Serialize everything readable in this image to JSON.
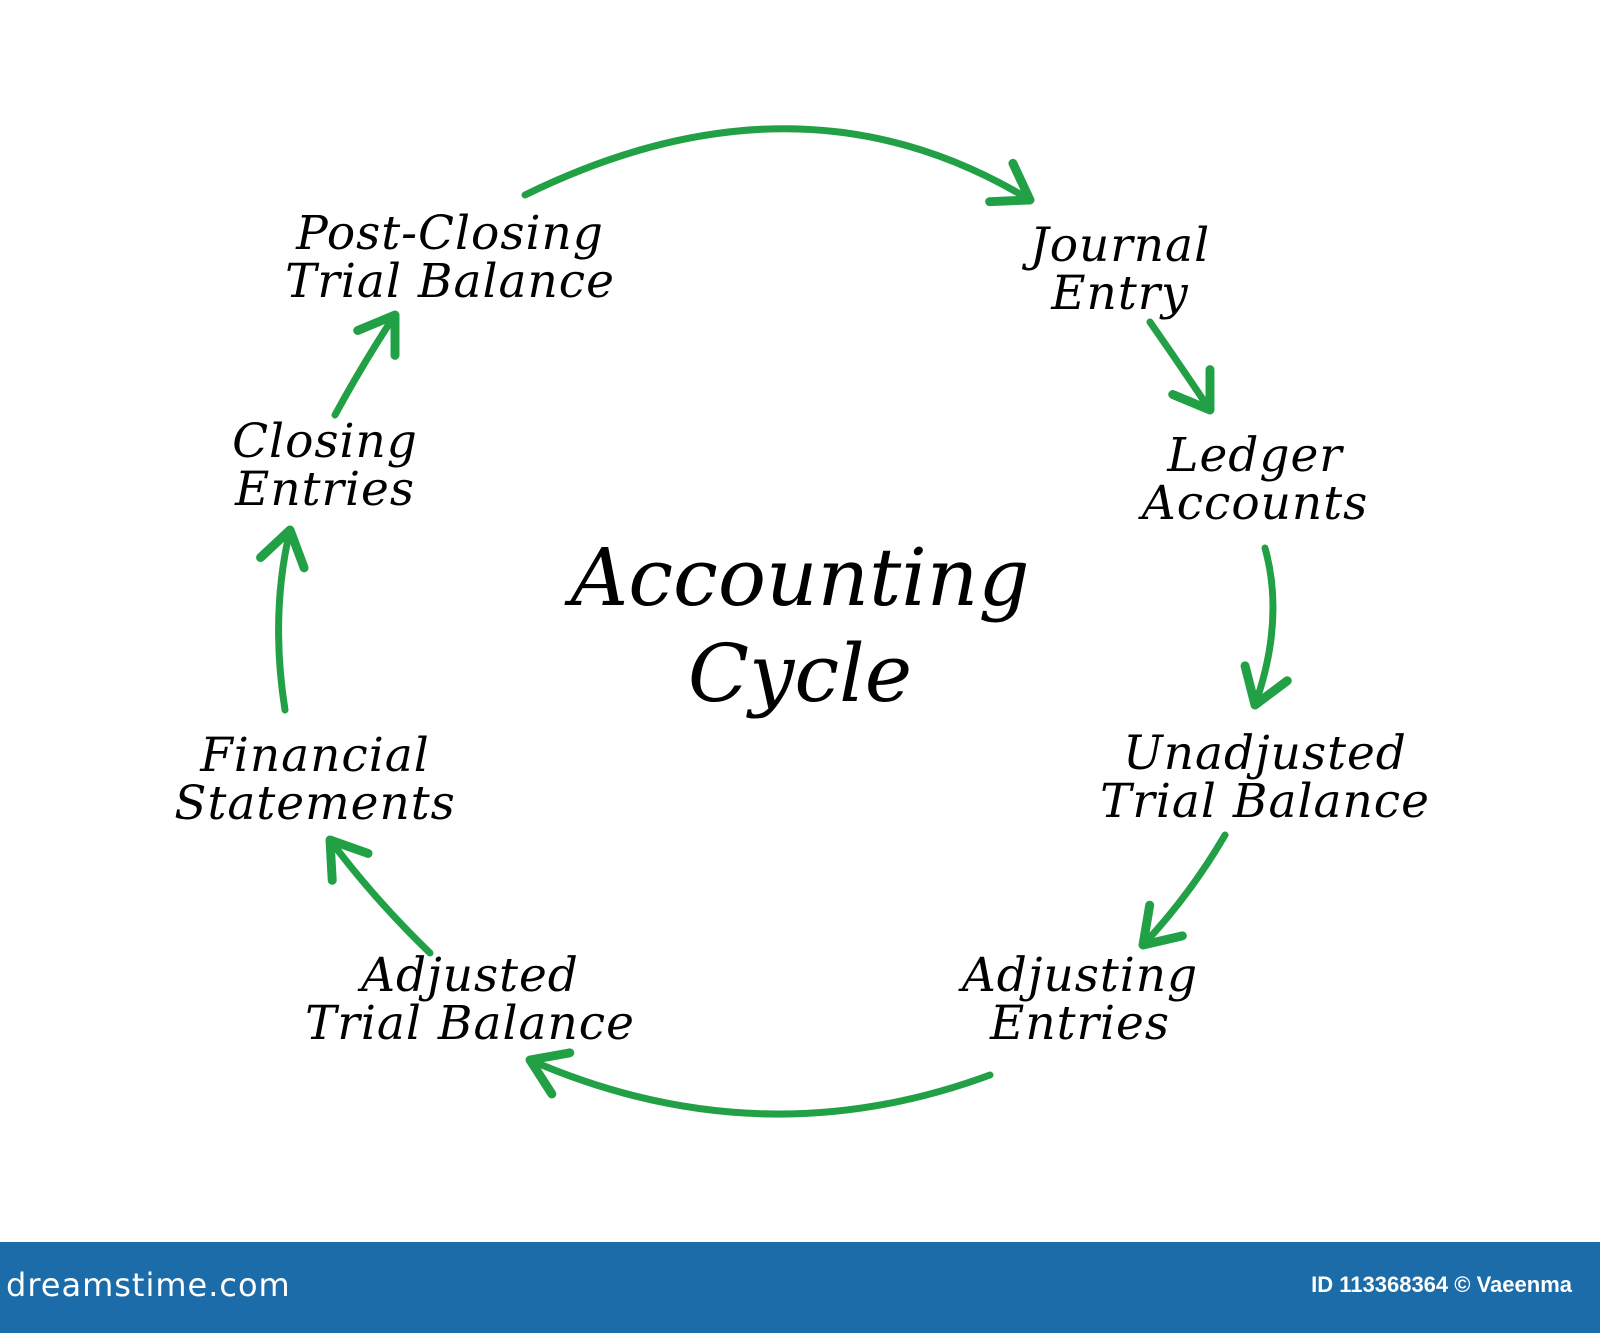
{
  "diagram": {
    "title_lines": [
      "Accounting",
      "Cycle"
    ],
    "arrow_color": "#22a046",
    "steps": [
      {
        "lines": [
          "Journal",
          "Entry"
        ]
      },
      {
        "lines": [
          "Ledger",
          "Accounts"
        ]
      },
      {
        "lines": [
          "Unadjusted",
          "Trial Balance"
        ]
      },
      {
        "lines": [
          "Adjusting",
          "Entries"
        ]
      },
      {
        "lines": [
          "Adjusted",
          "Trial Balance"
        ]
      },
      {
        "lines": [
          "Financial",
          "Statements"
        ]
      },
      {
        "lines": [
          "Closing",
          "Entries"
        ]
      },
      {
        "lines": [
          "Post-Closing",
          "Trial Balance"
        ]
      }
    ]
  },
  "footer": {
    "logo_text": "dreamstime.com",
    "credit": "ID 113368364 © Vaeenma",
    "background_color": "#1b6ca8"
  }
}
